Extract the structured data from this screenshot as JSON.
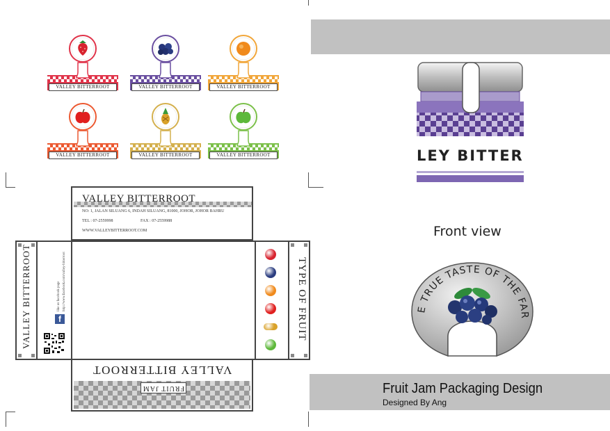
{
  "labels": [
    {
      "name": "VALLEY BITTERROOT",
      "fruit": "strawberry-icon",
      "color": "#e0344a"
    },
    {
      "name": "VALLEY BITTERROOT",
      "fruit": "blueberry-icon",
      "color": "#6a4fa0"
    },
    {
      "name": "VALLEY BITTERROOT",
      "fruit": "orange-icon",
      "color": "#f1a63a"
    },
    {
      "name": "VALLEY BITTERROOT",
      "fruit": "apple-red-icon",
      "color": "#ec5a32"
    },
    {
      "name": "VALLEY BITTERROOT",
      "fruit": "pineapple-icon",
      "color": "#d4b04e"
    },
    {
      "name": "VALLEY BITTERROOT",
      "fruit": "apple-green-icon",
      "color": "#7cc04a"
    }
  ],
  "box": {
    "brand_top": "VALLEY BITTERROOT",
    "address": "NO: 1, JALAN SILUANG 6, INDAH SILUANG, 81000, JOHOR, JOHOR BAHRU",
    "tel": "TEL : 07-2559998",
    "fax": "FAX : 07-2559988",
    "website": "WWW.VALLEYBITTERROOT.COM",
    "side_brand": "VALLEY BITTERROOT",
    "facebook_line1": "like us facebook page",
    "facebook_line2": "http://www.facebook.com/valley-bitterroot",
    "type_of_fruit": "TYPE OF FRUIT",
    "brand_bottom": "VALLEY BITTERROOT",
    "fruit_jam": "FRUIT JAM"
  },
  "jar": {
    "label_text": "LEY BITTERRO",
    "color": "#6b4fa2"
  },
  "front_view_label": "Front view",
  "seal": {
    "text": "THE TRUE TASTE OF THE FARM"
  },
  "footer": {
    "title": "Fruit Jam Packaging Design",
    "subtitle": "Designed By Ang"
  }
}
